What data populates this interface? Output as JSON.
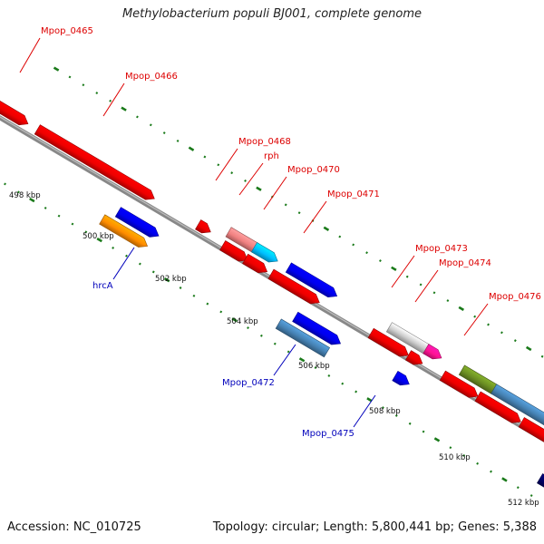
{
  "title": "Methylobacterium populi BJ001, complete genome",
  "footer": {
    "accession": "Accession: NC_010725",
    "topology": "Topology: circular; Length: 5,800,441 bp; Genes: 5,388"
  },
  "colors": {
    "backbone": "#888888",
    "tick": "#1a7a1a",
    "label_upper": "#dd0000",
    "label_lower": "#0000bb",
    "red": "#ee0000",
    "blue": "#0000ee",
    "orange": "#ff8c00",
    "pink": "#f08080",
    "cyan": "#00bfff",
    "lightgray": "#cccccc",
    "magenta": "#ff1493",
    "olive": "#6b8e23",
    "steelblue": "#4682b4",
    "navy": "#000066"
  },
  "kbp_labels": [
    "498 kbp",
    "500 kbp",
    "502 kbp",
    "504 kbp",
    "506 kbp",
    "508 kbp",
    "510 kbp",
    "512 kbp"
  ],
  "gene_labels": [
    {
      "text": "Mpop_0465",
      "side": "upper"
    },
    {
      "text": "Mpop_0466",
      "side": "upper"
    },
    {
      "text": "Mpop_0468",
      "side": "upper"
    },
    {
      "text": "rph",
      "side": "upper"
    },
    {
      "text": "Mpop_0470",
      "side": "upper"
    },
    {
      "text": "Mpop_0471",
      "side": "upper"
    },
    {
      "text": "Mpop_0473",
      "side": "upper"
    },
    {
      "text": "Mpop_0474",
      "side": "upper"
    },
    {
      "text": "Mpop_0476",
      "side": "upper"
    },
    {
      "text": "hrcA",
      "side": "lower"
    },
    {
      "text": "Mpop_0472",
      "side": "lower"
    },
    {
      "text": "Mpop_0475",
      "side": "lower"
    }
  ]
}
